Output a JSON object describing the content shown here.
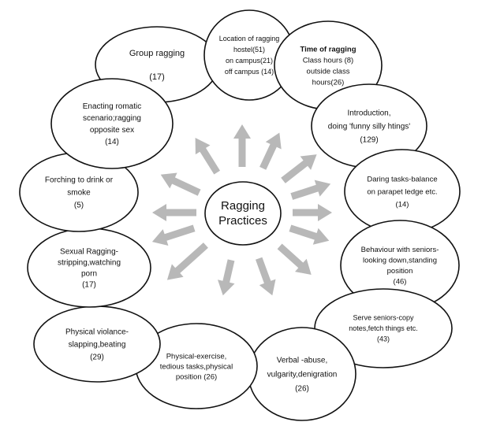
{
  "center": {
    "lines": [
      "Ragging",
      "Practices"
    ]
  },
  "nodes": [
    {
      "id": "group",
      "lines": [
        "Group ragging",
        "",
        "(17)"
      ]
    },
    {
      "id": "location",
      "lines": [
        "Location of ragging",
        "hostel(51)",
        "on campus(21)",
        "off campus (14)"
      ]
    },
    {
      "id": "time",
      "lines": [
        "Time of ragging",
        "Class hours (8)",
        "outside class",
        "hours(26)"
      ]
    },
    {
      "id": "introduction",
      "lines": [
        "Introduction,",
        "doing 'funny silly htings'",
        "(129)"
      ]
    },
    {
      "id": "daring",
      "lines": [
        "Daring tasks-balance",
        "on parapet ledge etc.",
        "(14)"
      ]
    },
    {
      "id": "behaviour",
      "lines": [
        "Behaviour with seniors-",
        "looking down,standing",
        "position",
        "(46)"
      ]
    },
    {
      "id": "serve",
      "lines": [
        "Serve seniors-copy",
        "notes,fetch things etc.",
        "(43)"
      ]
    },
    {
      "id": "verbal",
      "lines": [
        "Verbal -abuse,",
        "vulgarity,denigration",
        "(26)"
      ]
    },
    {
      "id": "exercise",
      "lines": [
        "Physical-exercise,",
        "tedious tasks,physical",
        "position (26)"
      ]
    },
    {
      "id": "violence",
      "lines": [
        "Physical violance-",
        "slapping,beating",
        "(29)"
      ]
    },
    {
      "id": "sexual",
      "lines": [
        "Sexual Ragging-",
        "stripping,watching",
        "porn",
        "(17)"
      ]
    },
    {
      "id": "drink",
      "lines": [
        "Forching to drink or",
        "smoke",
        "(5)"
      ]
    },
    {
      "id": "romantic",
      "lines": [
        "Enacting  romatic",
        "scenario;ragging",
        "opposite sex",
        "(14)"
      ]
    }
  ],
  "colors": {
    "arrow": "#b8b8b8",
    "stroke": "#111111",
    "fill": "#ffffff"
  }
}
